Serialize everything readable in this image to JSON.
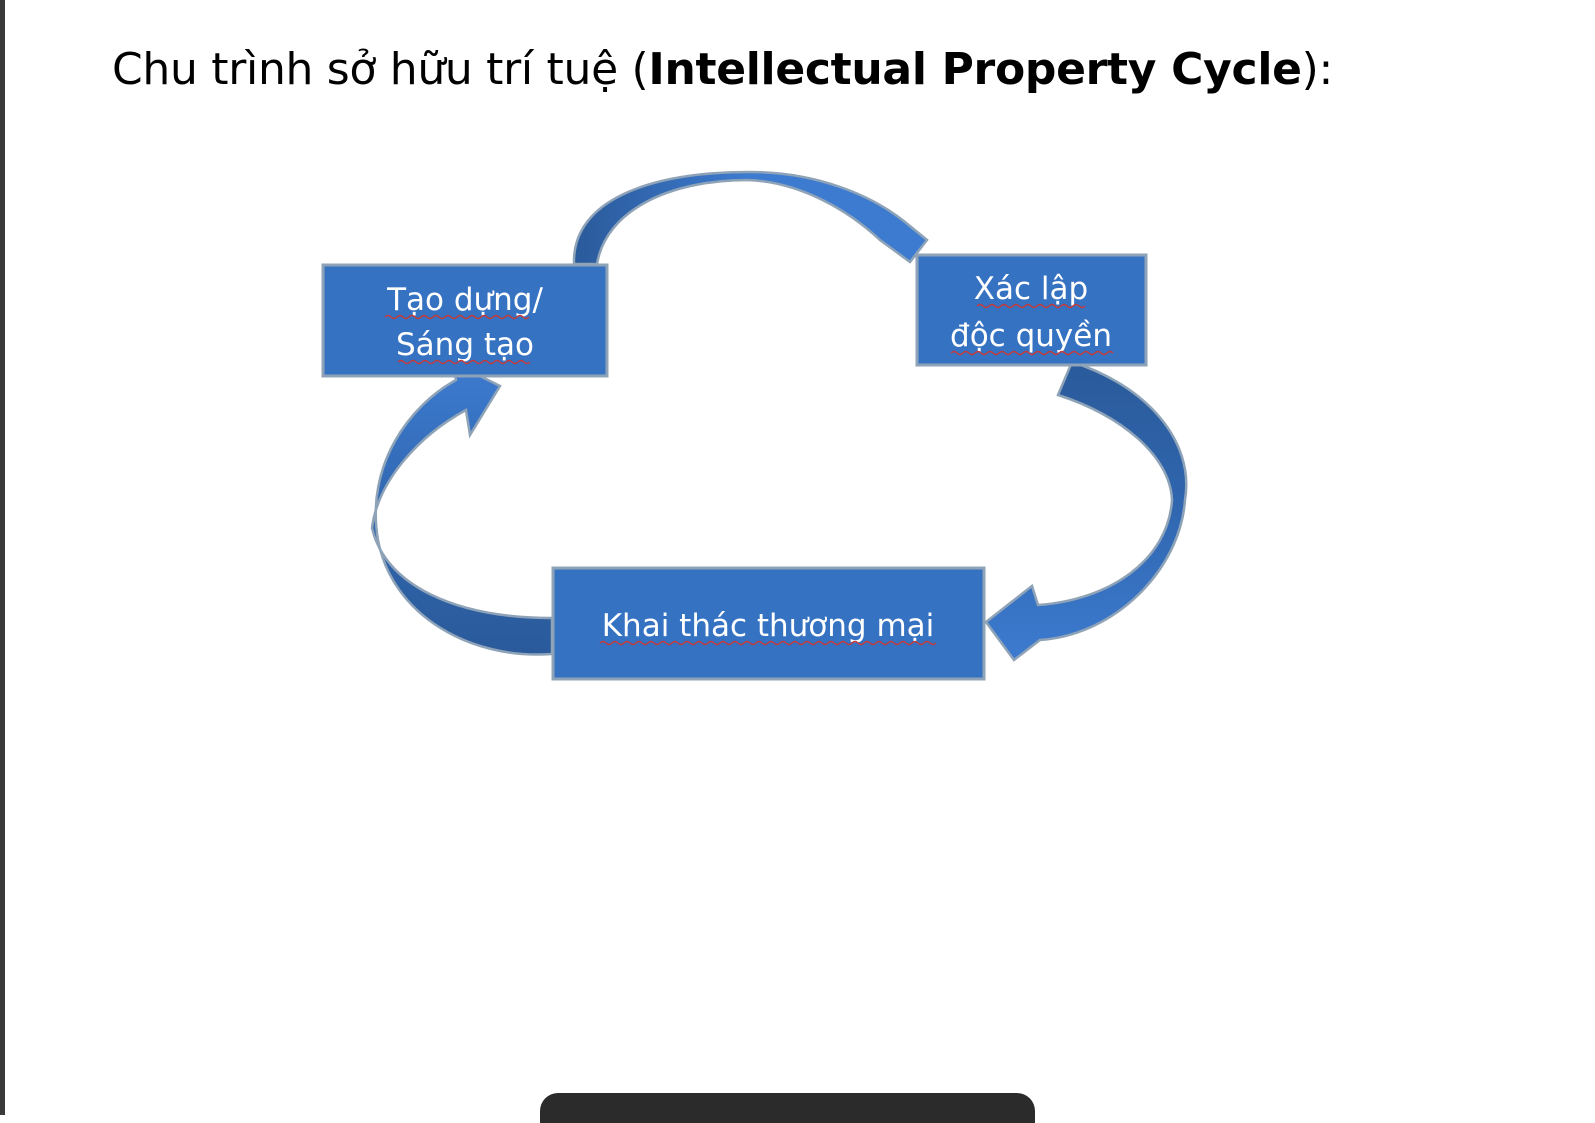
{
  "title": {
    "prefix": "Chu trình sở hữu trí tuệ (",
    "bold": "Intellectual Property Cycle",
    "suffix": "):"
  },
  "cycle": {
    "nodes": [
      {
        "id": "create",
        "lines": [
          "Tạo dựng/",
          "Sáng tạo"
        ]
      },
      {
        "id": "establish",
        "lines": [
          "Xác lập",
          "độc quyền"
        ]
      },
      {
        "id": "exploit",
        "lines": [
          "Khai thác thương mại"
        ]
      }
    ],
    "flow": [
      "create",
      "establish",
      "exploit",
      "create"
    ]
  },
  "colors": {
    "box_fill": "#3572c2",
    "box_border": "#8ea3b8",
    "arrow_light": "#3d7bd0",
    "arrow_dark": "#2a5a9a",
    "text": "#ffffff"
  }
}
